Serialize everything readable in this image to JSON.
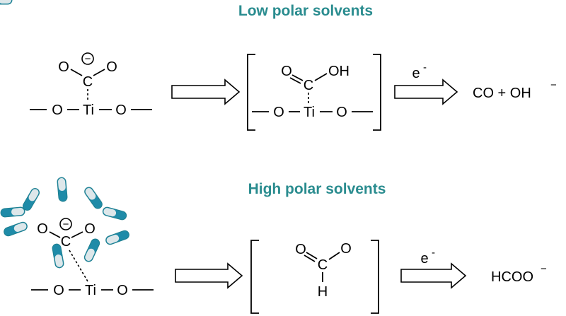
{
  "colors": {
    "heading": "#2a8c8f",
    "solvent_blue": "#1f8ba8",
    "solvent_light": "#dde7ea"
  },
  "top": {
    "title": "Low polar solvents",
    "reactant": {
      "o_left": "O",
      "o_right": "O",
      "c": "C",
      "charge": "−",
      "ti_left_o": "O",
      "ti": "Ti",
      "ti_right_o": "O"
    },
    "intermediate": {
      "o_dbl": "O",
      "oh": "OH",
      "c": "C",
      "ti_left_o": "O",
      "ti": "Ti",
      "ti_right_o": "O"
    },
    "electron": "e",
    "electron_sup": "-",
    "product": "CO + OH",
    "product_sup": "−"
  },
  "bottom": {
    "title": "High polar solvents",
    "reactant": {
      "o_left": "O",
      "o_right": "O",
      "c": "C",
      "charge": "−",
      "ti_left_o": "O",
      "ti": "Ti",
      "ti_right_o": "O"
    },
    "intermediate": {
      "o_left": "O",
      "o_right": "O",
      "c": "C",
      "h": "H"
    },
    "electron": "e",
    "electron_sup": "-",
    "product": "HCOO",
    "product_sup": "−"
  }
}
